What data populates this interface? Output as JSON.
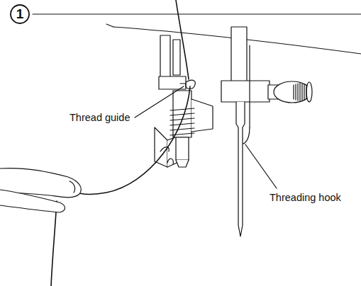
{
  "diagram": {
    "nodes": [
      {
        "text": [
          "1"
        ]
      }
    ],
    "labels": [
      "Thread guide",
      "Threading hook"
    ]
  }
}
